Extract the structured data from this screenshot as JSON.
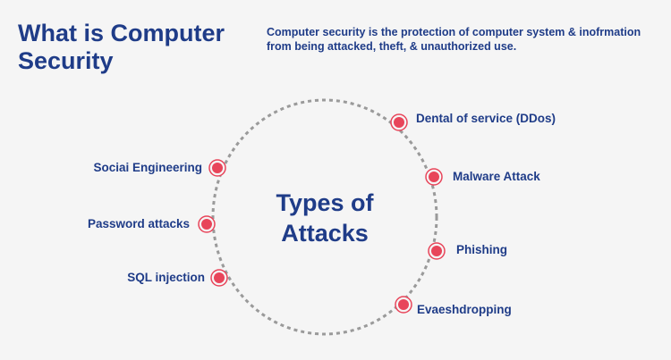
{
  "header": {
    "title_line1": "What is Computer",
    "title_line2": "Security",
    "description": "Computer security is the protection of computer system & inofrmation from being attacked, theft, & unauthorized use."
  },
  "center": {
    "line1": "Types of",
    "line2": "Attacks"
  },
  "attacks": {
    "dental_of_service": "Dental of service (DDos)",
    "malware_attack": "Malware Attack",
    "phishing": "Phishing",
    "evaeshdropping": "Evaeshdropping",
    "social_engineering": "Sociai Engineering",
    "password_attacks": "Password attacks",
    "sql_injection": "SQL injection"
  },
  "colors": {
    "text": "#1f3c88",
    "marker": "#e8455a",
    "ring": "#9a9a9a",
    "background": "#f5f5f5"
  }
}
